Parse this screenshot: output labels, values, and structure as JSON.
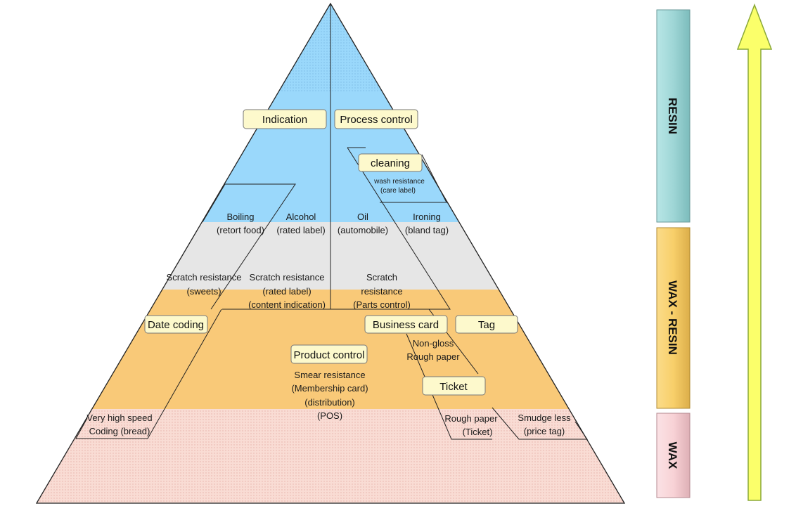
{
  "boxes": {
    "indication": "Indication",
    "process_control": "Process control",
    "cleaning": "cleaning",
    "date_coding": "Date coding",
    "business_card": "Business card",
    "tag": "Tag",
    "product_control": "Product control",
    "ticket": "Ticket"
  },
  "labels": {
    "wash_resistance_1": "wash resistance",
    "wash_resistance_2": "(care label)",
    "boiling_1": "Boiling",
    "boiling_2": "(retort food)",
    "alcohol_1": "Alcohol",
    "alcohol_2": "(rated label)",
    "oil_1": "Oil",
    "oil_2": "(automobile)",
    "ironing_1": "Ironing",
    "ironing_2": "(bland tag)",
    "scratch_sweets_1": "Scratch resistance",
    "scratch_sweets_2": "(sweets)",
    "scratch_rated_1": "Scratch resistance",
    "scratch_rated_2": "(rated label)",
    "scratch_rated_3": "(content indication)",
    "scratch_parts_1": "Scratch",
    "scratch_parts_2": "resistance",
    "scratch_parts_3": "(Parts control)",
    "nongloss_1": "Non-gloss",
    "nongloss_2": "Rough paper",
    "smear_1": "Smear resistance",
    "smear_2": "(Membership card)",
    "smear_3": "(distribution)",
    "smear_4": "(POS)",
    "veryhigh_1": "Very high speed",
    "veryhigh_2": "Coding (bread)",
    "rough_ticket_1": "Rough paper",
    "rough_ticket_2": "(Ticket)",
    "smudge_1": "Smudge less",
    "smudge_2": "(price tag)"
  },
  "scale": {
    "resin": "RESIN",
    "wax_resin": "WAX - RESIN",
    "wax": "WAX"
  },
  "colors": {
    "resin_zone": "#9ad8fb",
    "gray_zone": "#e6e6e6",
    "wax_resin_zone": "#f9c978",
    "wax_zone": "#f9dcd4",
    "box_fill": "#fdf9cc",
    "resin_bar": "#9fd6d6",
    "wax_resin_bar": "#f8cf6a",
    "wax_bar": "#f8d2d6",
    "arrow": "#fbff6a"
  }
}
